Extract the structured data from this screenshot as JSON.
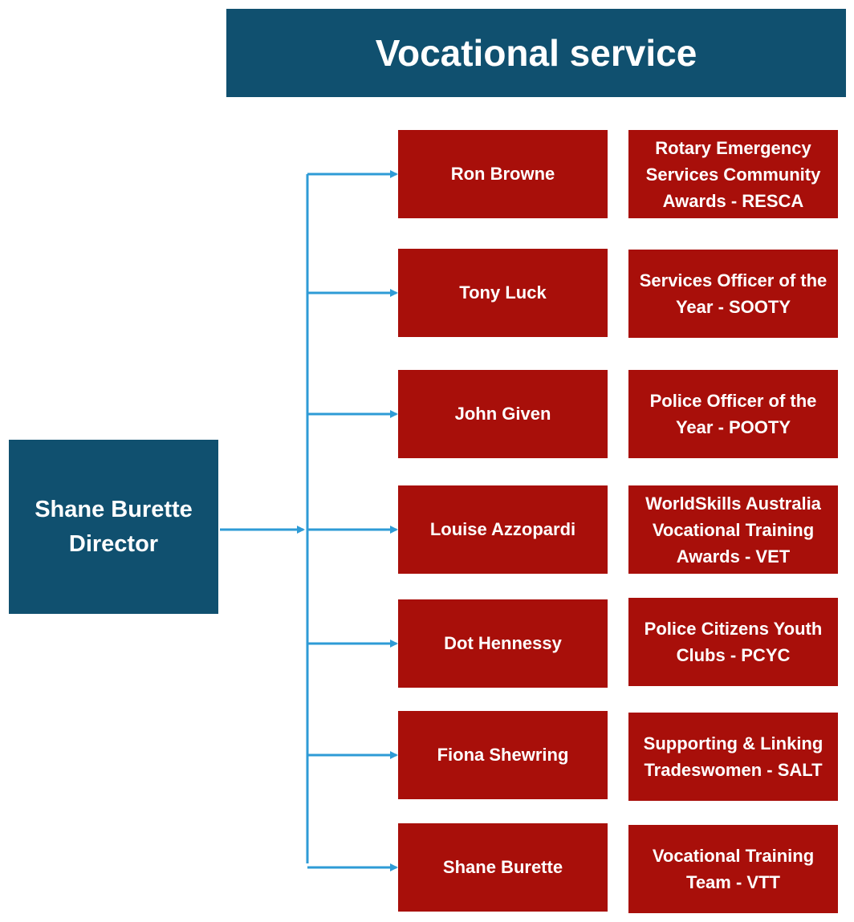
{
  "title": "Vocational service",
  "director": {
    "name": "Shane Burette",
    "role": "Director"
  },
  "rows": [
    {
      "person": "Ron Browne",
      "program": "Rotary Emergency Services Community Awards - RESCA"
    },
    {
      "person": "Tony Luck",
      "program": "Services Officer of the Year - SOOTY"
    },
    {
      "person": "John Given",
      "program": "Police Officer of the Year - POOTY"
    },
    {
      "person": "Louise Azzopardi",
      "program": "WorldSkills Australia Vocational Training Awards - VET"
    },
    {
      "person": "Dot Hennessy",
      "program": "Police Citizens Youth Clubs - PCYC"
    },
    {
      "person": "Fiona Shewring",
      "program": "Supporting & Linking Tradeswomen - SALT"
    },
    {
      "person": "Shane Burette",
      "program": "Vocational Training Team - VTT"
    }
  ],
  "colors": {
    "header": "#10506f",
    "box": "#a80f0a",
    "connector": "#2e9bd6",
    "text": "#ffffff"
  }
}
